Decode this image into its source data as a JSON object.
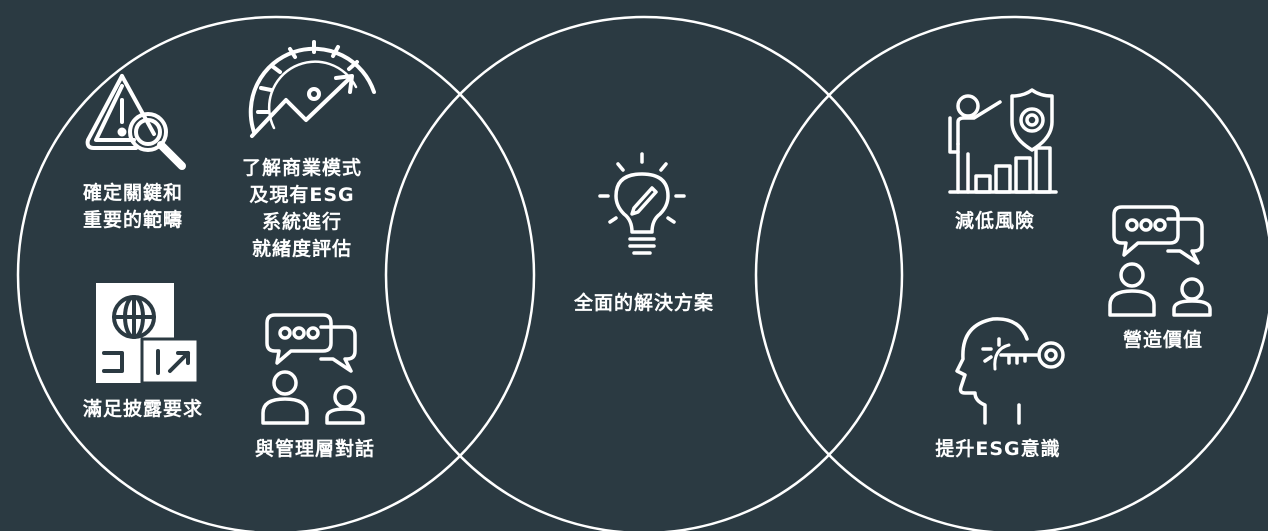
{
  "colors": {
    "background": "#2b3a42",
    "foreground": "#ffffff"
  },
  "left": {
    "scope": {
      "lines": [
        "確定關鍵和",
        "重要的範疇"
      ],
      "icon": "warning-magnifier-icon"
    },
    "model": {
      "lines": [
        "了解商業模式",
        "及現有ESG",
        "系統進行",
        "就緒度評估"
      ],
      "icon": "gauge-growth-arrow-icon"
    },
    "disclosure": {
      "lines": [
        "滿足披露要求"
      ],
      "icon": "passport-globe-icon"
    },
    "dialogue": {
      "line": "與管理層對話",
      "icon": "conversation-people-icon"
    }
  },
  "middle": {
    "label": "全面的解決方案",
    "icon": "lightbulb-pencil-icon"
  },
  "right": {
    "risk": {
      "label": "減低風險",
      "icon": "presenter-gear-chart-icon"
    },
    "value": {
      "label": "營造價值",
      "icon": "conversation-people-icon"
    },
    "awareness": {
      "label": "提升ESG意識",
      "icon": "head-key-icon"
    }
  }
}
